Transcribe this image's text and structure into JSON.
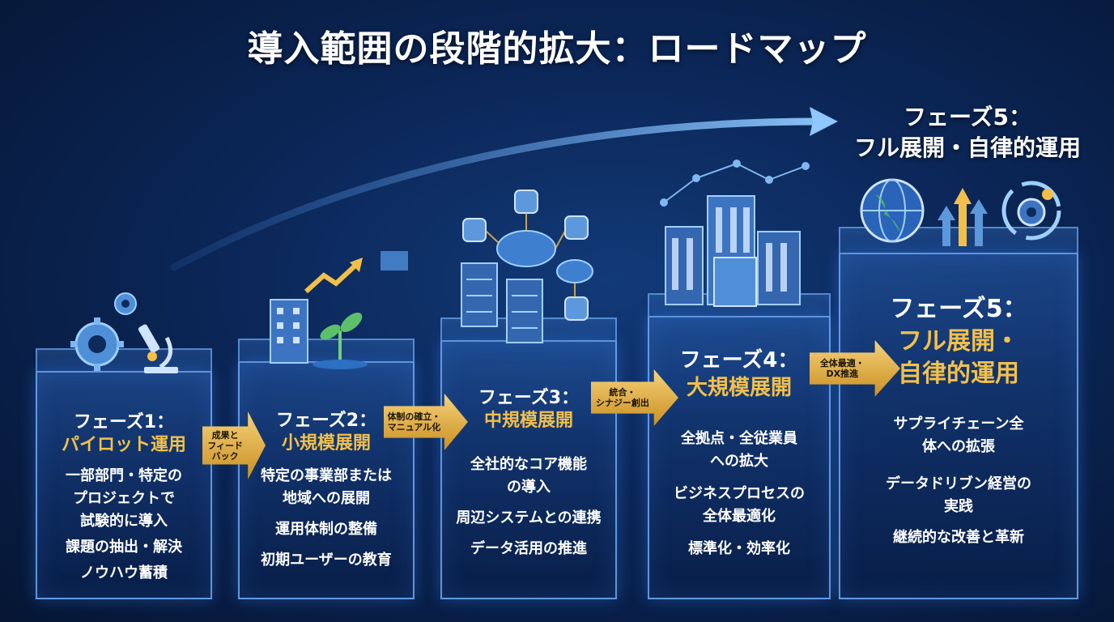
{
  "title": "導入範囲の段階的拡大：ロードマップ",
  "top_label": {
    "line1": "フェーズ5：",
    "line2": "フル展開・自律的運用"
  },
  "phases": [
    {
      "name": "フェーズ1：",
      "subtitle": "パイロット運用",
      "items": [
        "一部部門・特定の",
        "プロジェクトで",
        "試験的に導入",
        "課題の抽出・解決",
        "ノウハウ蓄積"
      ]
    },
    {
      "name": "フェーズ2：",
      "subtitle": "小規模展開",
      "items": [
        "特定の事業部または",
        "地域への展開",
        "運用体制の整備",
        "初期ユーザーの教育"
      ]
    },
    {
      "name": "フェーズ3：",
      "subtitle": "中規模展開",
      "items": [
        "全社的なコア機能",
        "の導入",
        "周辺システムとの連携",
        "データ活用の推進"
      ]
    },
    {
      "name": "フェーズ4：",
      "subtitle": "大規模展開",
      "items": [
        "全拠点・全従業員",
        "への拡大",
        "ビジネスプロセスの",
        "全体最適化",
        "標準化・効率化"
      ]
    },
    {
      "name": "フェーズ5：",
      "subtitle_line1": "フル展開・",
      "subtitle_line2": "自律的運用",
      "items": [
        "サプライチェーン全",
        "体への拡張",
        "データドリブン経営の",
        "実践",
        "継続的な改善と革新"
      ]
    }
  ],
  "connectors": [
    {
      "line1": "成果と",
      "line2": "フィード",
      "line3": "バック"
    },
    {
      "line1": "体制の確立・",
      "line2": "マニュアル化"
    },
    {
      "line1": "統合・",
      "line2": "シナジー創出"
    },
    {
      "line1": "全体最適・",
      "line2": "DX推進"
    }
  ],
  "icons": [
    "gear-icon",
    "microscope-icon",
    "building-icon",
    "sprout-icon",
    "trend-arrow-icon",
    "server-icon",
    "cloud-icon",
    "database-icon",
    "skyscraper-icon",
    "network-icon",
    "globe-icon",
    "growth-arrows-icon",
    "cycle-gear-icon"
  ],
  "colors": {
    "accent_gold": "#f2c04a",
    "card_border": "#6eaaf5",
    "background": "#0b2657"
  }
}
